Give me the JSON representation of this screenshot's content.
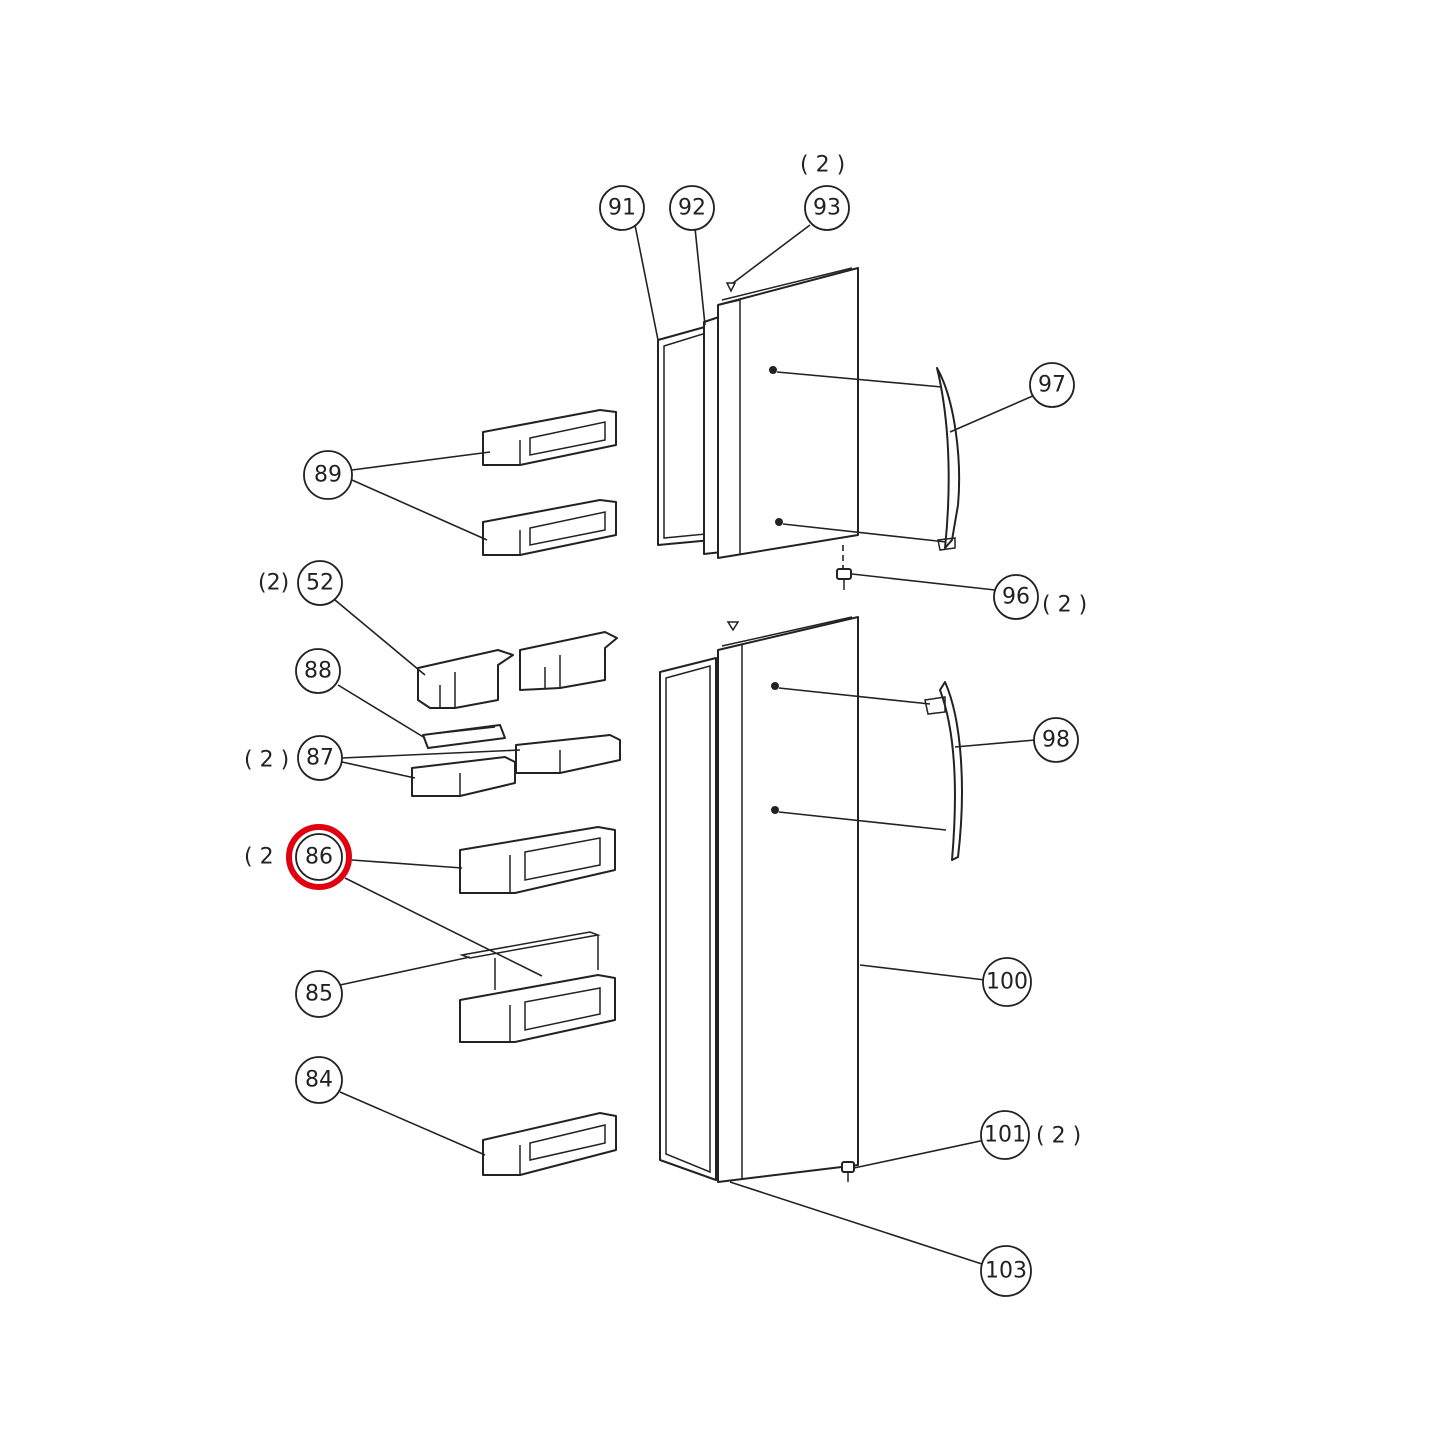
{
  "highlight_color": "#e0000f",
  "highlighted_callout": "86",
  "callouts": {
    "c91": "91",
    "c92": "92",
    "c93": "93",
    "c97": "97",
    "c89": "89",
    "c52": "52",
    "c96": "96",
    "c88": "88",
    "c87": "87",
    "c98": "98",
    "c86": "86",
    "c85": "85",
    "c100": "100",
    "c84": "84",
    "c101": "101",
    "c103": "103"
  },
  "quantities": {
    "q93": "( 2 )",
    "q52": "(2)",
    "q96": "( 2 )",
    "q87": "( 2 )",
    "q86": "( 2",
    "q101": "( 2 )"
  }
}
